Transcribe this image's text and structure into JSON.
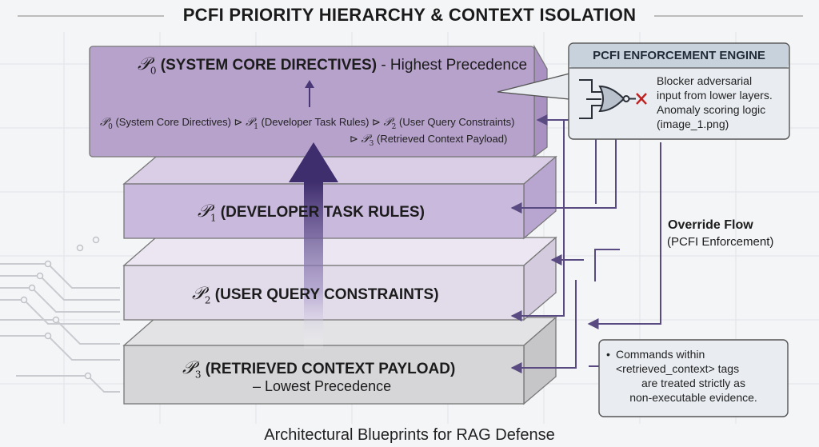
{
  "title": "PCFI PRIORITY HIERARCHY & CONTEXT ISOLATION",
  "footer": "Architectural Blueprints for RAG Defense",
  "layers": {
    "p0": {
      "symbol": "𝒫",
      "index": "0",
      "label": "(SYSTEM CORE DIRECTIVES)",
      "suffix": " - Highest Precedence"
    },
    "p1": {
      "symbol": "𝒫",
      "index": "1",
      "label": "(DEVELOPER TASK RULES)"
    },
    "p2": {
      "symbol": "𝒫",
      "index": "2",
      "label": "(USER QUERY CONSTRAINTS)"
    },
    "p3": {
      "symbol": "𝒫",
      "index": "3",
      "label": "(RETRIEVED CONTEXT PAYLOAD)",
      "suffix": "– Lowest Precedence"
    }
  },
  "chain": {
    "t0": " (System Core Directives) ",
    "t1": " (Developer Task Rules) ",
    "t2": " (User Query Constraints)",
    "t3": " (Retrieved Context Payload)",
    "op": "⊳"
  },
  "engine": {
    "title": "PCFI ENFORCEMENT ENGINE",
    "lines": [
      "Blocker adversarial",
      "input from lower layers.",
      "Anomaly scoring logic",
      "(image_1.png)"
    ]
  },
  "override": {
    "title": "Override Flow",
    "subtitle": "(PCFI Enforcement)"
  },
  "note": {
    "bullet": "•",
    "lines": [
      "Commands within",
      "<retrieved_context> tags",
      "are treated strictly as",
      "non-executable evidence."
    ]
  },
  "colors": {
    "p0_face": "#b7a2cc",
    "p0_top": "#c9b9da",
    "p0_side": "#a991c2",
    "p1_face": "#c9b9dc",
    "p1_top": "#d9cee6",
    "p1_side": "#b8a6d0",
    "p2_face": "#e2dbea",
    "p2_top": "#ebe6f1",
    "p2_side": "#d4cbdf",
    "p3_face": "#d6d6d8",
    "p3_top": "#e3e3e5",
    "p3_side": "#c6c6c9",
    "arrow": "#4a3876",
    "engine_bg": "#e9edf2",
    "engine_header": "#c8d2dd",
    "x_mark": "#c0201f"
  }
}
